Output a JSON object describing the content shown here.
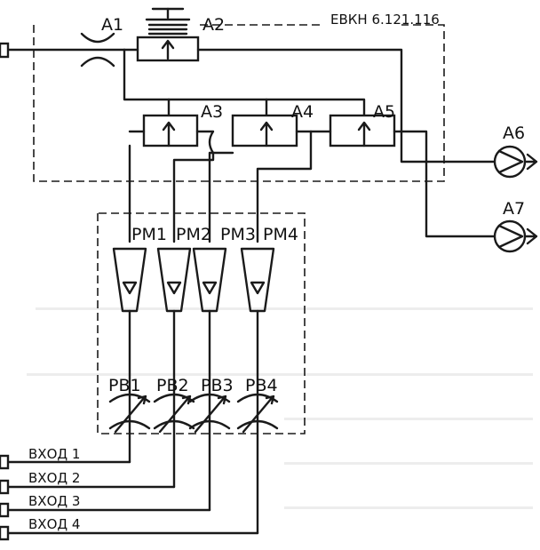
{
  "block_title": "ЕВКН 6.121.116",
  "components": {
    "a1": "А1",
    "a2": "А2",
    "a3": "А3",
    "a4": "А4",
    "a5": "А5",
    "a6": "А6",
    "a7": "А7",
    "pm1": "РМ1",
    "pm2": "РМ2",
    "pm3": "РМ3",
    "pm4": "РМ4",
    "pb1": "РВ1",
    "pb2": "РВ2",
    "pb3": "РВ3",
    "pb4": "РВ4"
  },
  "inputs": {
    "in1": "ВХОД 1",
    "in2": "ВХОД 2",
    "in3": "ВХОД 3",
    "in4": "ВХОД 4"
  },
  "colors": {
    "ink": "#1a1a1a",
    "paper": "#ffffff",
    "bleed_text": "#c9c9c9"
  }
}
